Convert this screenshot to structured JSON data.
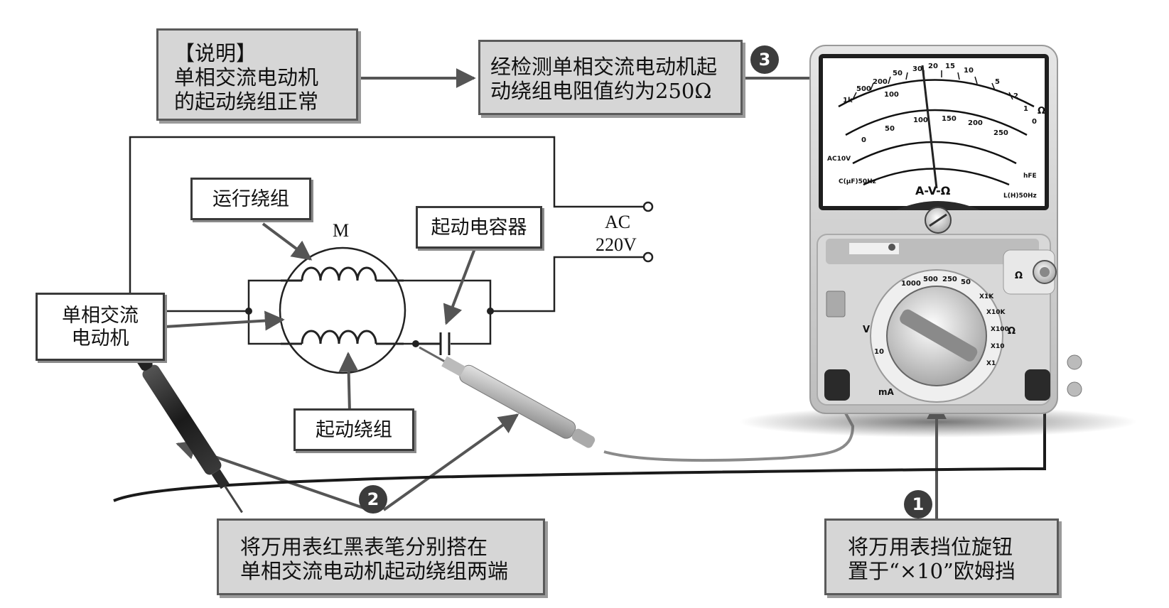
{
  "note_box": {
    "lines": [
      "【说明】",
      "单相交流电动机",
      "的起动绕组正常"
    ]
  },
  "result_box": {
    "lines": [
      "经检测单相交流电动机起",
      "动绕组电阻值约为250Ω"
    ]
  },
  "step2_box": {
    "lines": [
      "将万用表红黑表笔分别搭在",
      "单相交流电动机起动绕组两端"
    ]
  },
  "step1_box": {
    "lines": [
      "将万用表挡位旋钮",
      "置于“×10”欧姆挡"
    ]
  },
  "badges": {
    "one": "1",
    "two": "2",
    "three": "3"
  },
  "labels": {
    "run_winding": "运行绕组",
    "start_capacitor": "起动电容器",
    "start_winding": "起动绕组",
    "motor_line1": "单相交流",
    "motor_line2": "电动机",
    "motor_symbol": "M",
    "ac": "AC",
    "voltage": "220V"
  },
  "meter": {
    "scale_numbers": [
      "1k",
      "500",
      "200",
      "100",
      "50",
      "30",
      "20",
      "15",
      "10",
      "5",
      "2",
      "1",
      "0"
    ],
    "dc_scale": [
      "0",
      "50",
      "100",
      "150",
      "200",
      "250"
    ],
    "scale_tags": [
      "AC10V",
      "C(μF)50Hz",
      "L(H)50Hz",
      "hFE"
    ],
    "dial_label": "A-V-Ω",
    "ohm_symbol": "Ω",
    "switch_ohm_ranges": [
      "X1K",
      "X10K",
      "X100",
      "X10",
      "X1"
    ],
    "switch_v_ranges": [
      "1000",
      "500",
      "250",
      "50",
      "10"
    ],
    "switch_ma": "mA",
    "switch_v": "V",
    "switch_omega": "Ω",
    "zero_adjust_omega": "Ω"
  },
  "colors": {
    "box_fill": "#d6d6d6",
    "box_border": "#5a5a5a",
    "badge": "#3c3c3c"
  }
}
